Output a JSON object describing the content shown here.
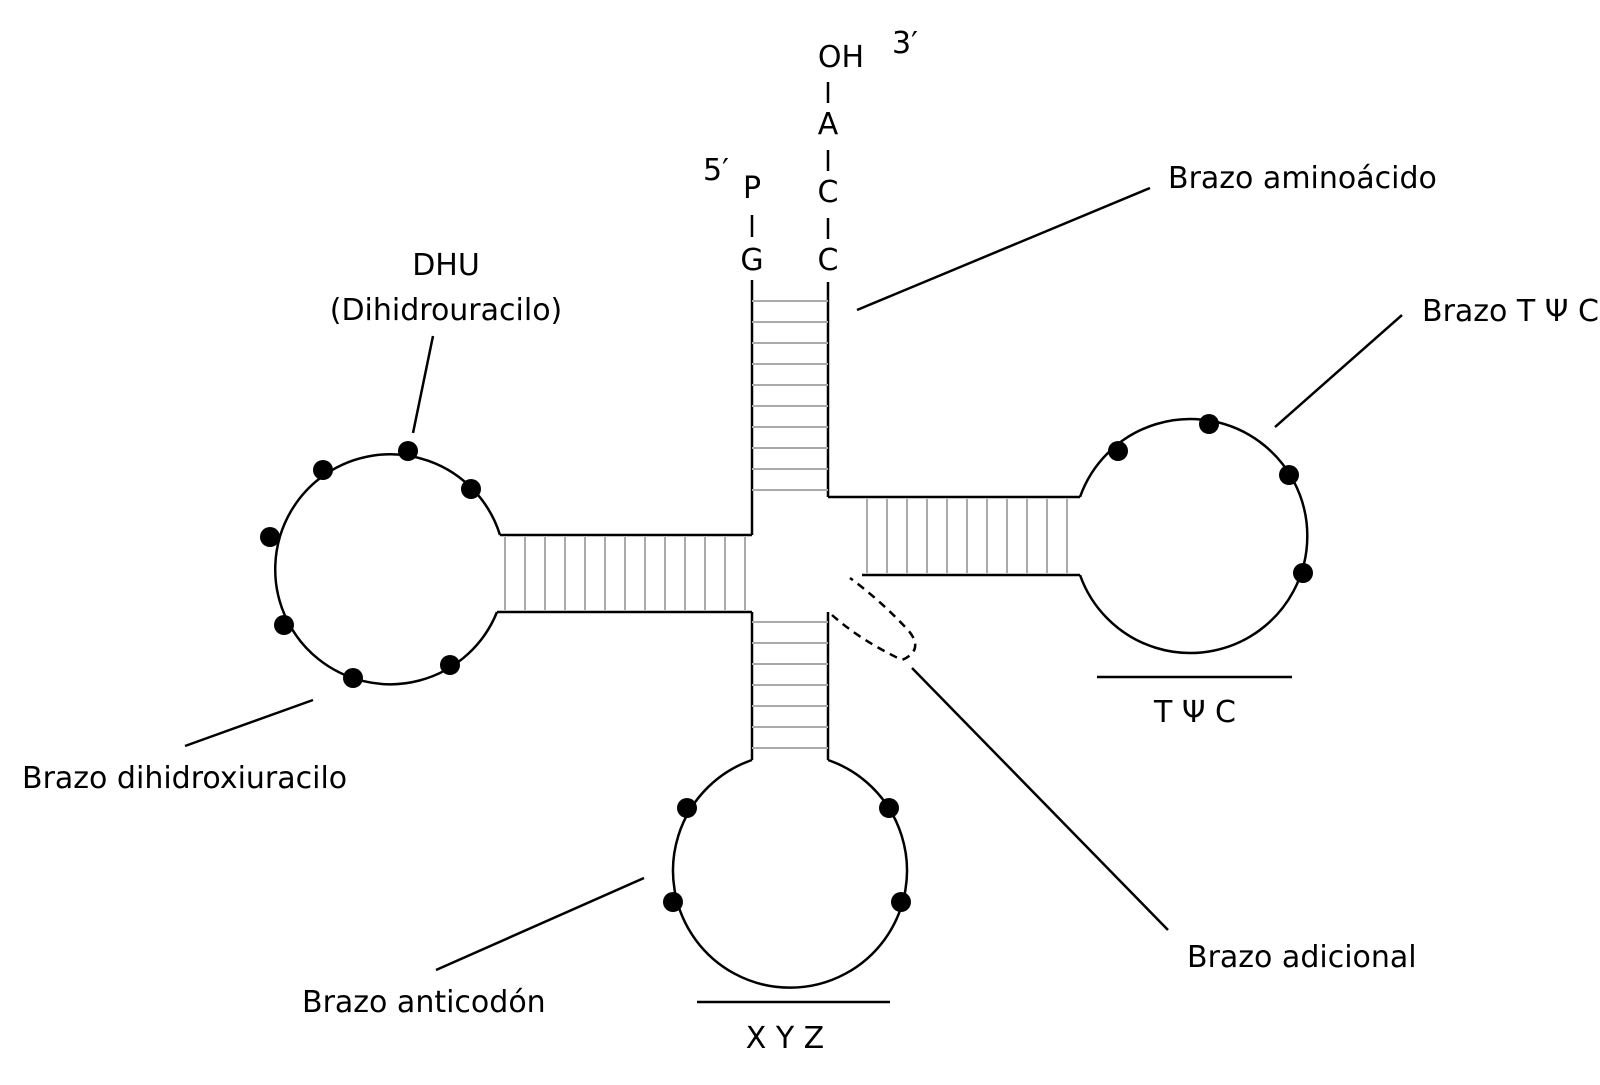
{
  "labels": {
    "five_prime": "5′",
    "three_prime": "3′",
    "acceptor_stem": [
      "OH",
      "A",
      "C",
      "C"
    ],
    "left_strand_end": [
      "P",
      "G"
    ],
    "dhu_title": "DHU",
    "dhu_subtitle": "(Dihidrouracilo)",
    "brazo_aminoacido": "Brazo aminoácido",
    "brazo_tpsic": "Brazo T Ψ C",
    "tpsic": "T Ψ C",
    "brazo_dihidroxiuracilo": "Brazo dihidroxiuracilo",
    "brazo_anticodon": "Brazo anticodón",
    "brazo_adicional": "Brazo adicional",
    "anticodon": "X Y Z"
  },
  "colors": {
    "line": "#000000",
    "base_pair": "#aaaaaa",
    "dot": "#000000",
    "background": "#ffffff"
  }
}
